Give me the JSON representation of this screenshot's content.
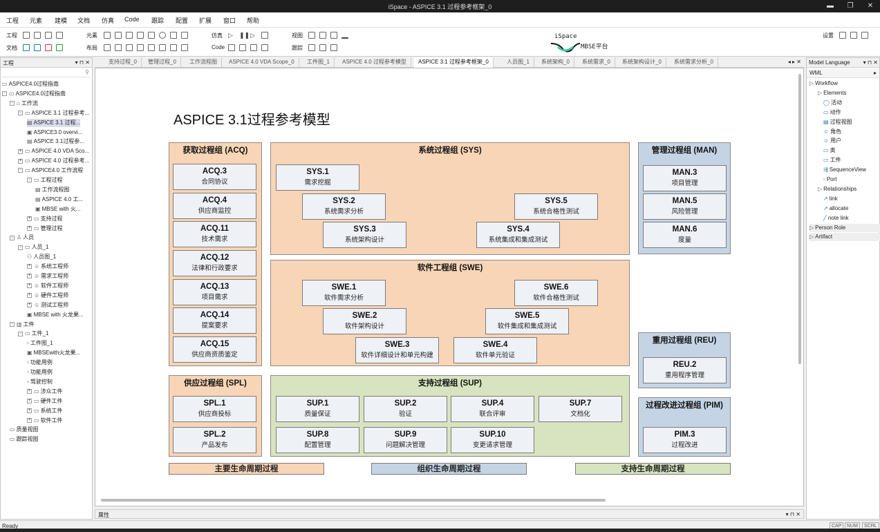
{
  "window": {
    "title": "iSpace - ASPICE 3.1 过程参考框架_0",
    "min": "▬",
    "max": "❐",
    "close": "✕"
  },
  "menu": [
    "工程",
    "元素",
    "建模",
    "文档",
    "仿真",
    "Code",
    "跟踪",
    "配置",
    "扩展",
    "窗口",
    "帮助"
  ],
  "toolbar": {
    "project": "工程",
    "document": "文档",
    "element": "元素",
    "layout": "布局",
    "simulate": "仿真",
    "code": "Code",
    "view": "视图",
    "trace": "跟踪",
    "settings": "设置"
  },
  "logo": {
    "line1": "iSpace",
    "line2": "MBSE平台"
  },
  "left_panel": {
    "title": "工程",
    "pin": "▾ ⊓ ✕",
    "tree": [
      "ASPICE4.0过程指南",
      "ASPICE4.0过程指南",
      "工作流",
      "ASPICE 3.1 过程参考...",
      "ASPICE 3.1 过程...",
      "ASPICE3.0 overvi...",
      "ASPICE 3.1过程参...",
      "ASPICE 4.0 VDA Sco...",
      "ASPICE 4.0 过程参考...",
      "ASPICE4.0 工作流程",
      "工程过程",
      "工作流程图",
      "ASPICE 4.0 工...",
      "MBSE with 火...",
      "支持过程",
      "管理过程",
      "人员",
      "人员_1",
      "人员图_1",
      "系统工程师",
      "需求工程师",
      "软件工程师",
      "硬件工程师",
      "测试工程师",
      "MBSE with 火龙果...",
      "工件",
      "工件_1",
      "工件图_1",
      "MBSEwith火龙果...",
      "功能用例",
      "功能用例",
      "驾驶控制",
      "涉众工件",
      "硬件工件",
      "系统工件",
      "软件工件",
      "质量视图",
      "跟踪视图"
    ]
  },
  "tabs": [
    "支持过程_0",
    "管理过程_0",
    "工作流程图",
    "ASPICE 4.0 VDA Scope_0",
    "工件图_1",
    "ASPICE 4.0 过程参考模型",
    "ASPICE 3.1 过程参考框架_0",
    "人员图_1",
    "系统架构_0",
    "系统需求_0",
    "系统架构设计_0",
    "系统需求分析_0"
  ],
  "tab_nav": "◂ ▸ ✕",
  "diagram": {
    "title": "ASPICE 3.1过程参考模型",
    "groups": {
      "acq": "获取过程组 (ACQ)",
      "sys": "系统过程组 (SYS)",
      "man": "管理过程组 (MAN)",
      "swe": "软件工程组 (SWE)",
      "reu": "重用过程组 (REU)",
      "spl": "供应过程组 (SPL)",
      "sup": "支持过程组 (SUP)",
      "pim": "过程改进过程组 (PIM)"
    },
    "processes": [
      {
        "code": "ACQ.3",
        "desc": "合同协议"
      },
      {
        "code": "ACQ.4",
        "desc": "供应商监控"
      },
      {
        "code": "ACQ.11",
        "desc": "技术需求"
      },
      {
        "code": "ACQ.12",
        "desc": "法律和行政要求"
      },
      {
        "code": "ACQ.13",
        "desc": "项目需求"
      },
      {
        "code": "ACQ.14",
        "desc": "提案要求"
      },
      {
        "code": "ACQ.15",
        "desc": "供应商资质鉴定"
      },
      {
        "code": "SYS.1",
        "desc": "需求挖掘"
      },
      {
        "code": "SYS.2",
        "desc": "系统需求分析"
      },
      {
        "code": "SYS.3",
        "desc": "系统架构设计"
      },
      {
        "code": "SYS.4",
        "desc": "系统集成和集成测试"
      },
      {
        "code": "SYS.5",
        "desc": "系统合格性测试"
      },
      {
        "code": "MAN.3",
        "desc": "项目管理"
      },
      {
        "code": "MAN.5",
        "desc": "风险管理"
      },
      {
        "code": "MAN.6",
        "desc": "度量"
      },
      {
        "code": "SWE.1",
        "desc": "软件需求分析"
      },
      {
        "code": "SWE.2",
        "desc": "软件架构设计"
      },
      {
        "code": "SWE.3",
        "desc": "软件详细设计和单元构建"
      },
      {
        "code": "SWE.4",
        "desc": "软件单元验证"
      },
      {
        "code": "SWE.5",
        "desc": "软件集成和集成测试"
      },
      {
        "code": "SWE.6",
        "desc": "软件合格性测试"
      },
      {
        "code": "REU.2",
        "desc": "重用程序管理"
      },
      {
        "code": "SPL.1",
        "desc": "供应商投标"
      },
      {
        "code": "SPL.2",
        "desc": "产品发布"
      },
      {
        "code": "SUP.1",
        "desc": "质量保证"
      },
      {
        "code": "SUP.2",
        "desc": "验证"
      },
      {
        "code": "SUP.4",
        "desc": "联合评审"
      },
      {
        "code": "SUP.7",
        "desc": "文档化"
      },
      {
        "code": "SUP.8",
        "desc": "配置管理"
      },
      {
        "code": "SUP.9",
        "desc": "问题解决管理"
      },
      {
        "code": "SUP.10",
        "desc": "变更请求管理"
      },
      {
        "code": "PIM.3",
        "desc": "过程改进"
      }
    ],
    "legend": {
      "primary": "主要生命周期过程",
      "organizational": "组织生命周期过程",
      "supporting": "支持生命周期过程"
    }
  },
  "right_panel": {
    "title": "Model Language",
    "dropdown": "WML",
    "items": [
      "Workflow",
      "Elements",
      "活动",
      "动作",
      "过程视图",
      "角色",
      "用户",
      "类",
      "工件",
      "SequenceView",
      "Port",
      "Relationships",
      "link",
      "allocate",
      "note link",
      "Person Role",
      "Artifact"
    ]
  },
  "properties": {
    "title": "属性"
  },
  "status": {
    "ready": "Ready",
    "cap": "CAP",
    "num": "NUM",
    "scrl": "SCRL"
  },
  "colors": {
    "orange": "#f8d5b6",
    "blue": "#c5d4e5",
    "green": "#d8e4bf"
  }
}
